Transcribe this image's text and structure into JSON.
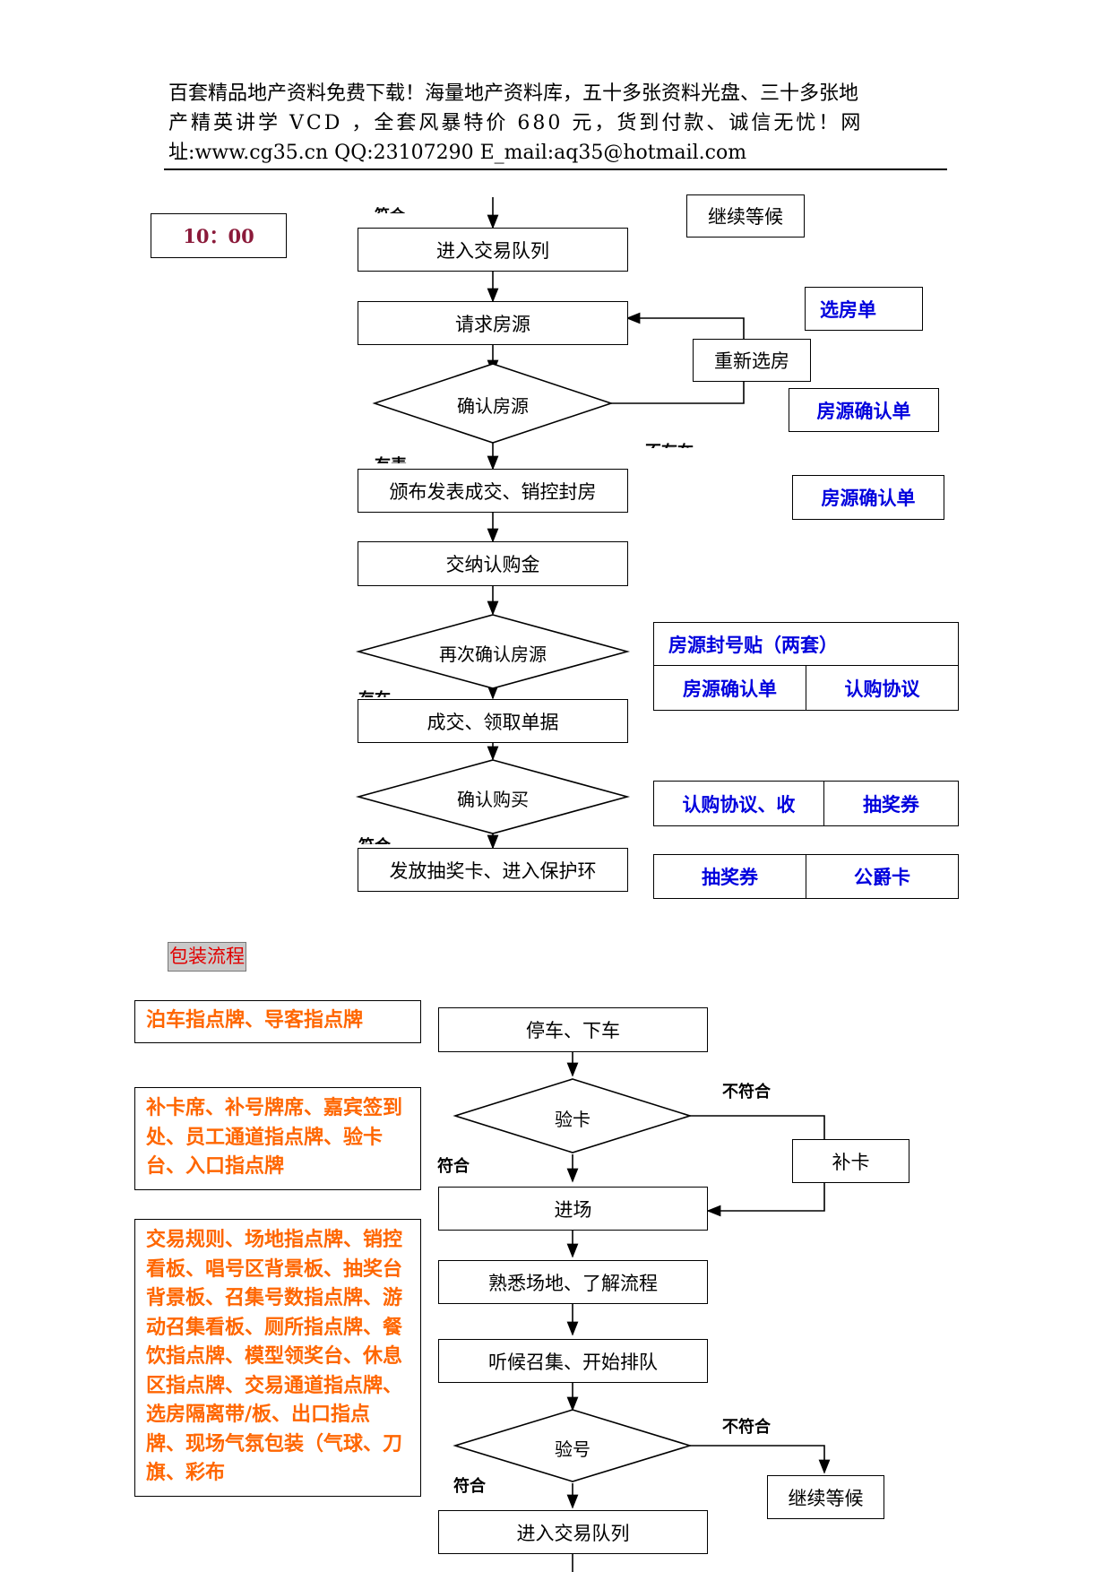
{
  "header": {
    "line1": "百套精品地产资料免费下载！海量地产资料库，五十多张资料光盘、三十多张地",
    "line2": "产精英讲学 VCD  ，全套风暴特价 680  元，货到付款、诚信无忧！网",
    "line3": "址:www.cg35.cn  QQ:23107290  E_mail:aq35@hotmail.com"
  },
  "flow1": {
    "time": "10：00",
    "top_cut_label": "符合",
    "steps": {
      "enter_queue": "进入交易队列",
      "request_source": "请求房源",
      "confirm_source": "确认房源",
      "announce": "颁布发表成交、销控封房",
      "pay_deposit": "交纳认购金",
      "reconfirm": "再次确认房源",
      "deal_receipt": "成交、领取单据",
      "confirm_buy": "确认购买",
      "give_card": "发放抽奖卡、进入保护环"
    },
    "side": {
      "continue_wait": "继续等候",
      "reselect": "重新选房"
    },
    "labels": {
      "yes1": "有表",
      "no1": "不存在",
      "yes2": "存在",
      "yes3": "符合"
    },
    "docs": {
      "select_sheet": "选房单",
      "confirm_sheet_a": "房源确认单",
      "confirm_sheet_b": "房源确认单",
      "seal_sticker": "房源封号贴（两套）",
      "confirm_sheet_c": "房源确认单",
      "purchase_agreement": "认购协议",
      "agreement_receipt": "认购协议、收",
      "lottery_ticket_a": "抽奖券",
      "lottery_ticket_b": "抽奖券",
      "noble_card": "公爵卡"
    }
  },
  "packaging": {
    "title": "包装流程",
    "notes": {
      "n1": "泊车指点牌、导客指点牌",
      "n2": "补卡席、补号牌席、嘉宾签到处、员工通道指点牌、验卡台、入口指点牌",
      "n3": "交易规则、场地指点牌、销控看板、唱号区背景板、抽奖台背景板、召集号数指点牌、游动召集看板、厕所指点牌、餐饮指点牌、模型领奖台、休息区指点牌、交易通道指点牌、选房隔离带/板、出口指点牌、现场气氛包装（气球、刀旗、彩布"
    },
    "steps": {
      "park": "停车、下车",
      "check_card": "验卡",
      "enter_venue": "进场",
      "familiarize": "熟悉场地、了解流程",
      "wait_call": "听候召集、开始排队",
      "check_number": "验号",
      "enter_queue": "进入交易队列"
    },
    "side": {
      "reissue_card": "补卡",
      "continue_wait": "继续等候"
    },
    "labels": {
      "no_match1": "不符合",
      "match1": "符合",
      "no_match2": "不符合",
      "match2": "符合"
    }
  }
}
